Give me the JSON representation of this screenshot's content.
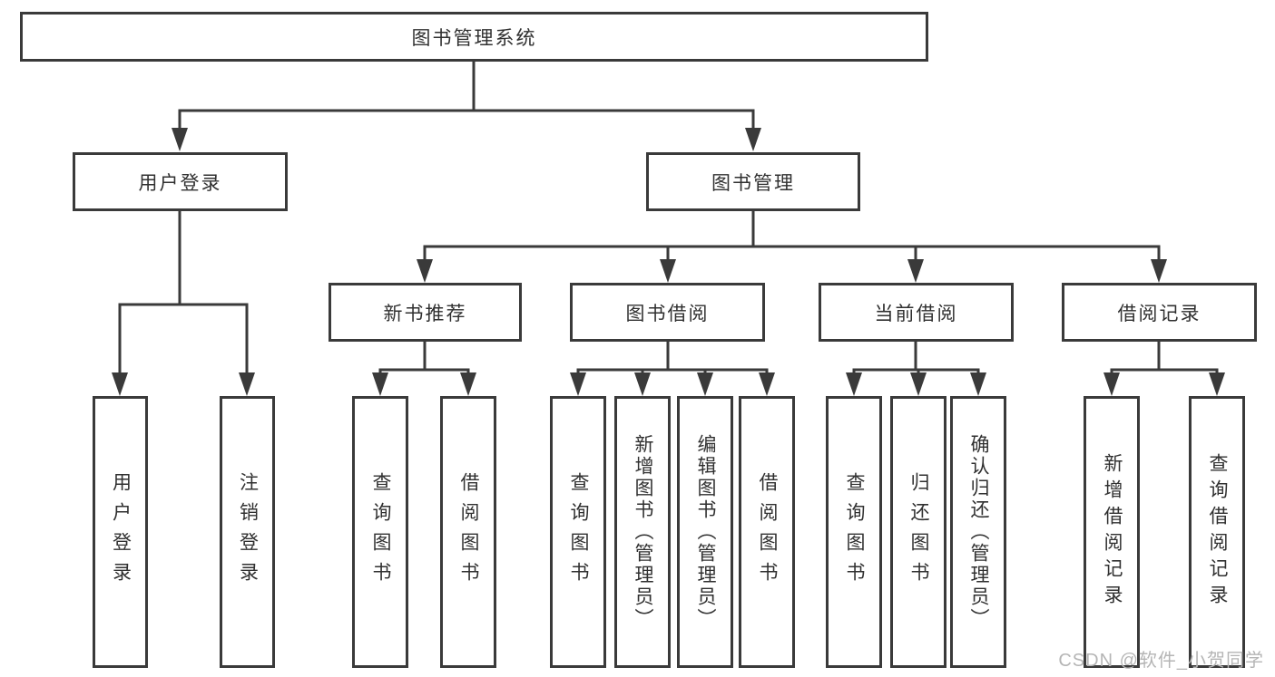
{
  "colors": {
    "line": "#3a3a3a",
    "text": "#303030",
    "box_bg": "#ffffff",
    "watermark": "#b5b5b5",
    "background": "#ffffff"
  },
  "nodes": {
    "root": "图书管理系统",
    "level2": [
      "用户登录",
      "图书管理"
    ],
    "level3": [
      "新书推荐",
      "图书借阅",
      "当前借阅",
      "借阅记录"
    ],
    "leaves": [
      "用户登录",
      "注销登录",
      "查询图书",
      "借阅图书",
      "查询图书",
      "新增图书（管理员）",
      "编辑图书（管理员）",
      "借阅图书",
      "查询图书",
      "归还图书",
      "确认归还（管理员）",
      "新增借阅记录",
      "查询借阅记录"
    ]
  },
  "hierarchy": {
    "图书管理系统": [
      "用户登录",
      "图书管理"
    ],
    "用户登录": [
      "用户登录",
      "注销登录"
    ],
    "图书管理": [
      "新书推荐",
      "图书借阅",
      "当前借阅",
      "借阅记录"
    ],
    "新书推荐": [
      "查询图书",
      "借阅图书"
    ],
    "图书借阅": [
      "查询图书",
      "新增图书（管理员）",
      "编辑图书（管理员）",
      "借阅图书"
    ],
    "当前借阅": [
      "查询图书",
      "归还图书",
      "确认归还（管理员）"
    ],
    "借阅记录": [
      "新增借阅记录",
      "查询借阅记录"
    ]
  },
  "watermark": "CSDN @软件_小贺同学"
}
